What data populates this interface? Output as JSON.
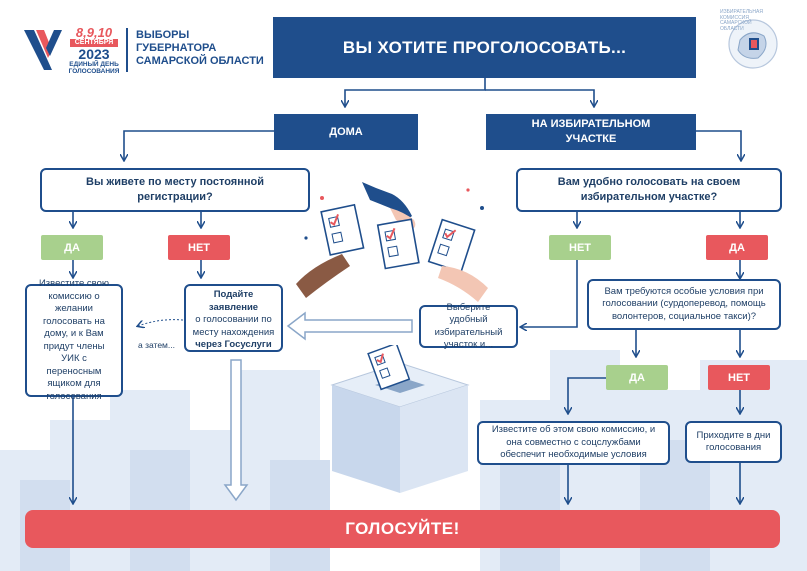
{
  "logo": {
    "dates": "8,9,10",
    "month": "сентября",
    "year": "2023",
    "day_line1": "Единый день",
    "day_line2": "голосования",
    "title_line1": "Выборы",
    "title_line2": "губернатора",
    "title_line3": "Самарской области",
    "emblem_text": "Избирательная комиссия Самарской области"
  },
  "header": {
    "title": "ВЫ ХОТИТЕ ПРОГОЛОСОВАТЬ..."
  },
  "left": {
    "option": "ДОМА",
    "question": "Вы живете по месту постоянной регистрации?",
    "yes_label": "ДА",
    "no_label": "НЕТ",
    "yes_text": "Известите свою комиссию о желании голосовать на дому, и к Вам придут члены УИК с переносным ящиком для голосования",
    "no_text_1": "Подайте заявление",
    "no_text_2": "о голосовании по месту нахождения",
    "no_text_3": "через Госуслуги",
    "then": "а затем..."
  },
  "right": {
    "option": "НА ИЗБИРАТЕЛЬНОМ УЧАСТКЕ",
    "question": "Вам удобно голосовать на своем избирательном участке?",
    "no_label": "НЕТ",
    "yes_label": "ДА",
    "choose_text": "Выберите удобный избирательный участок и...",
    "special_question": "Вам требуются особые условия при голосовании (сурдоперевод, помощь волонтеров, социальное такси)?",
    "special_yes": "ДА",
    "special_no": "НЕТ",
    "special_yes_text": "Известите об этом свою комиссию, и она совместно с соцслужбами обеспечит необходимые условия",
    "special_no_text": "Приходите в дни голосования"
  },
  "footer": {
    "label": "ГОЛОСУЙТЕ!"
  },
  "colors": {
    "navy": "#1f4e8c",
    "green": "#a8d08d",
    "red": "#e8585d",
    "footer": "#e8585d"
  }
}
